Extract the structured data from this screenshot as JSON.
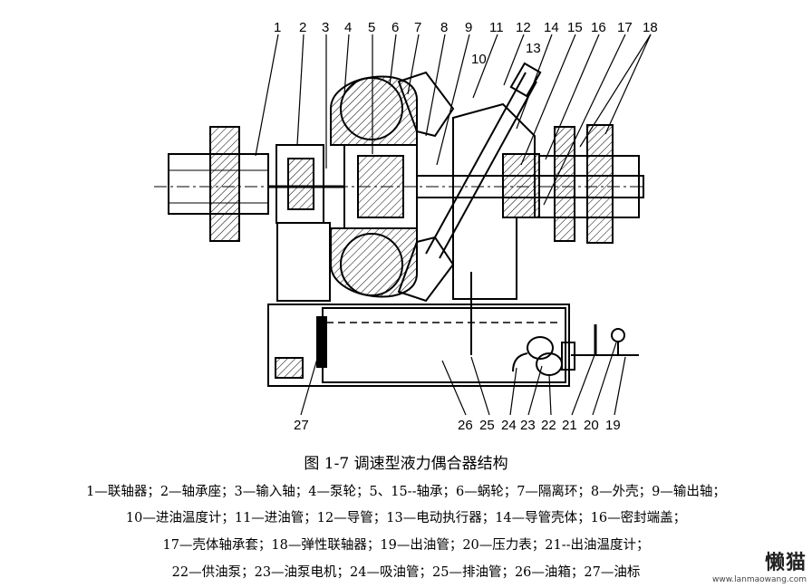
{
  "labels": {
    "top": [
      "1",
      "2",
      "3",
      "4",
      "5",
      "6",
      "7",
      "8",
      "9",
      "11",
      "12",
      "14",
      "15",
      "16",
      "17",
      "18"
    ],
    "l10": "10",
    "l13": "13",
    "bottom": [
      "27",
      "26",
      "25",
      "24",
      "23",
      "22",
      "21",
      "20",
      "19"
    ]
  },
  "caption": "图 1-7   调速型液力偶合器结构",
  "legend": [
    "1—联轴器；2—轴承座；3—输入轴；4—泵轮；5、15--轴承；6—蜗轮；7—隔离环；8—外壳；9—输出轴；",
    "10—进油温度计；11—进油管；12—导管；13—电动执行器；14—导管壳体；16—密封端盖；",
    "17—壳体轴承套；18—弹性联轴器；19—出油管；20—压力表；21--出油温度计；",
    "22—供油泵；23—油泵电机；24—吸油管；25—排油管；26—油箱；27—油标"
  ],
  "watermark": {
    "logo": "懒猫",
    "url": "www.lanmaowang.com"
  }
}
